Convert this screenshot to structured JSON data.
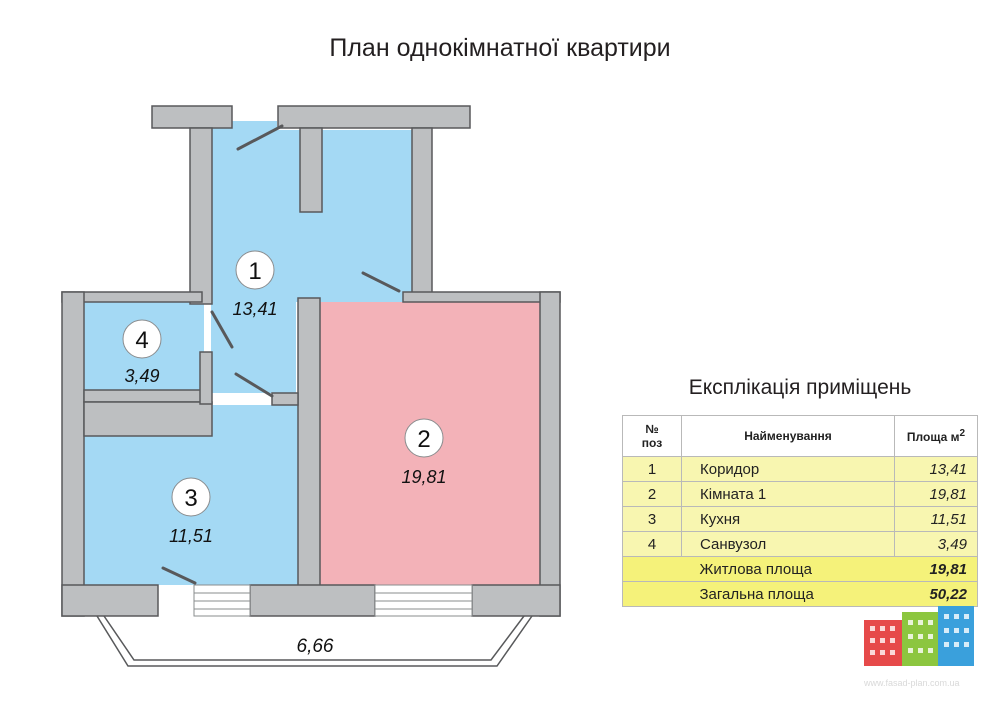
{
  "title": "План однокімнатної квартири",
  "rooms": [
    {
      "num": "1",
      "area": "13,41"
    },
    {
      "num": "2",
      "area": "19,81"
    },
    {
      "num": "3",
      "area": "11,51"
    },
    {
      "num": "4",
      "area": "3,49"
    }
  ],
  "dimension": "6,66",
  "explication": {
    "title": "Експлікація приміщень",
    "headers": {
      "num_line1": "№",
      "num_line2": "поз",
      "name": "Найменування",
      "area": "Площа м",
      "area_sup": "2"
    },
    "rows": [
      {
        "num": "1",
        "name": "Коридор",
        "area": "13,41"
      },
      {
        "num": "2",
        "name": "Кімната 1",
        "area": "19,81"
      },
      {
        "num": "3",
        "name": "Кухня",
        "area": "11,51"
      },
      {
        "num": "4",
        "name": "Санвузол",
        "area": "3,49"
      }
    ],
    "living": {
      "name": "Житлова площа",
      "area": "19,81"
    },
    "total": {
      "name": "Загальна площа",
      "area": "50,22"
    }
  },
  "colors": {
    "room_blue": "#a4d9f4",
    "room_pink": "#f3b2b8",
    "wall": "#bdbfc1",
    "wall_stroke": "#58595b",
    "table_yellow": "#f8f6b0"
  },
  "watermark": "www.fasad-plan.com.ua"
}
